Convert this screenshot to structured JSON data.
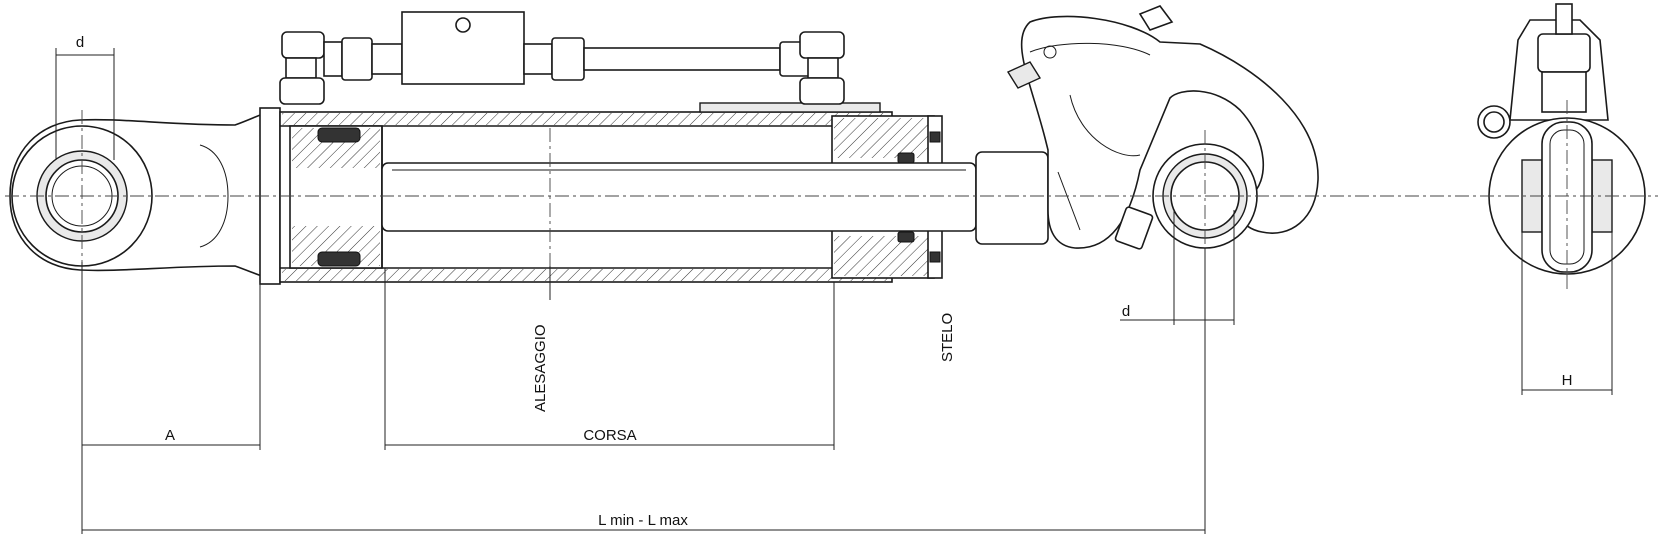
{
  "labels": {
    "d_top": "d",
    "d_right": "d",
    "a": "A",
    "corsa": "CORSA",
    "alesaggio": "ALESAGGIO",
    "stelo": "STELO",
    "l_range": "L min - L max",
    "h": "H"
  }
}
